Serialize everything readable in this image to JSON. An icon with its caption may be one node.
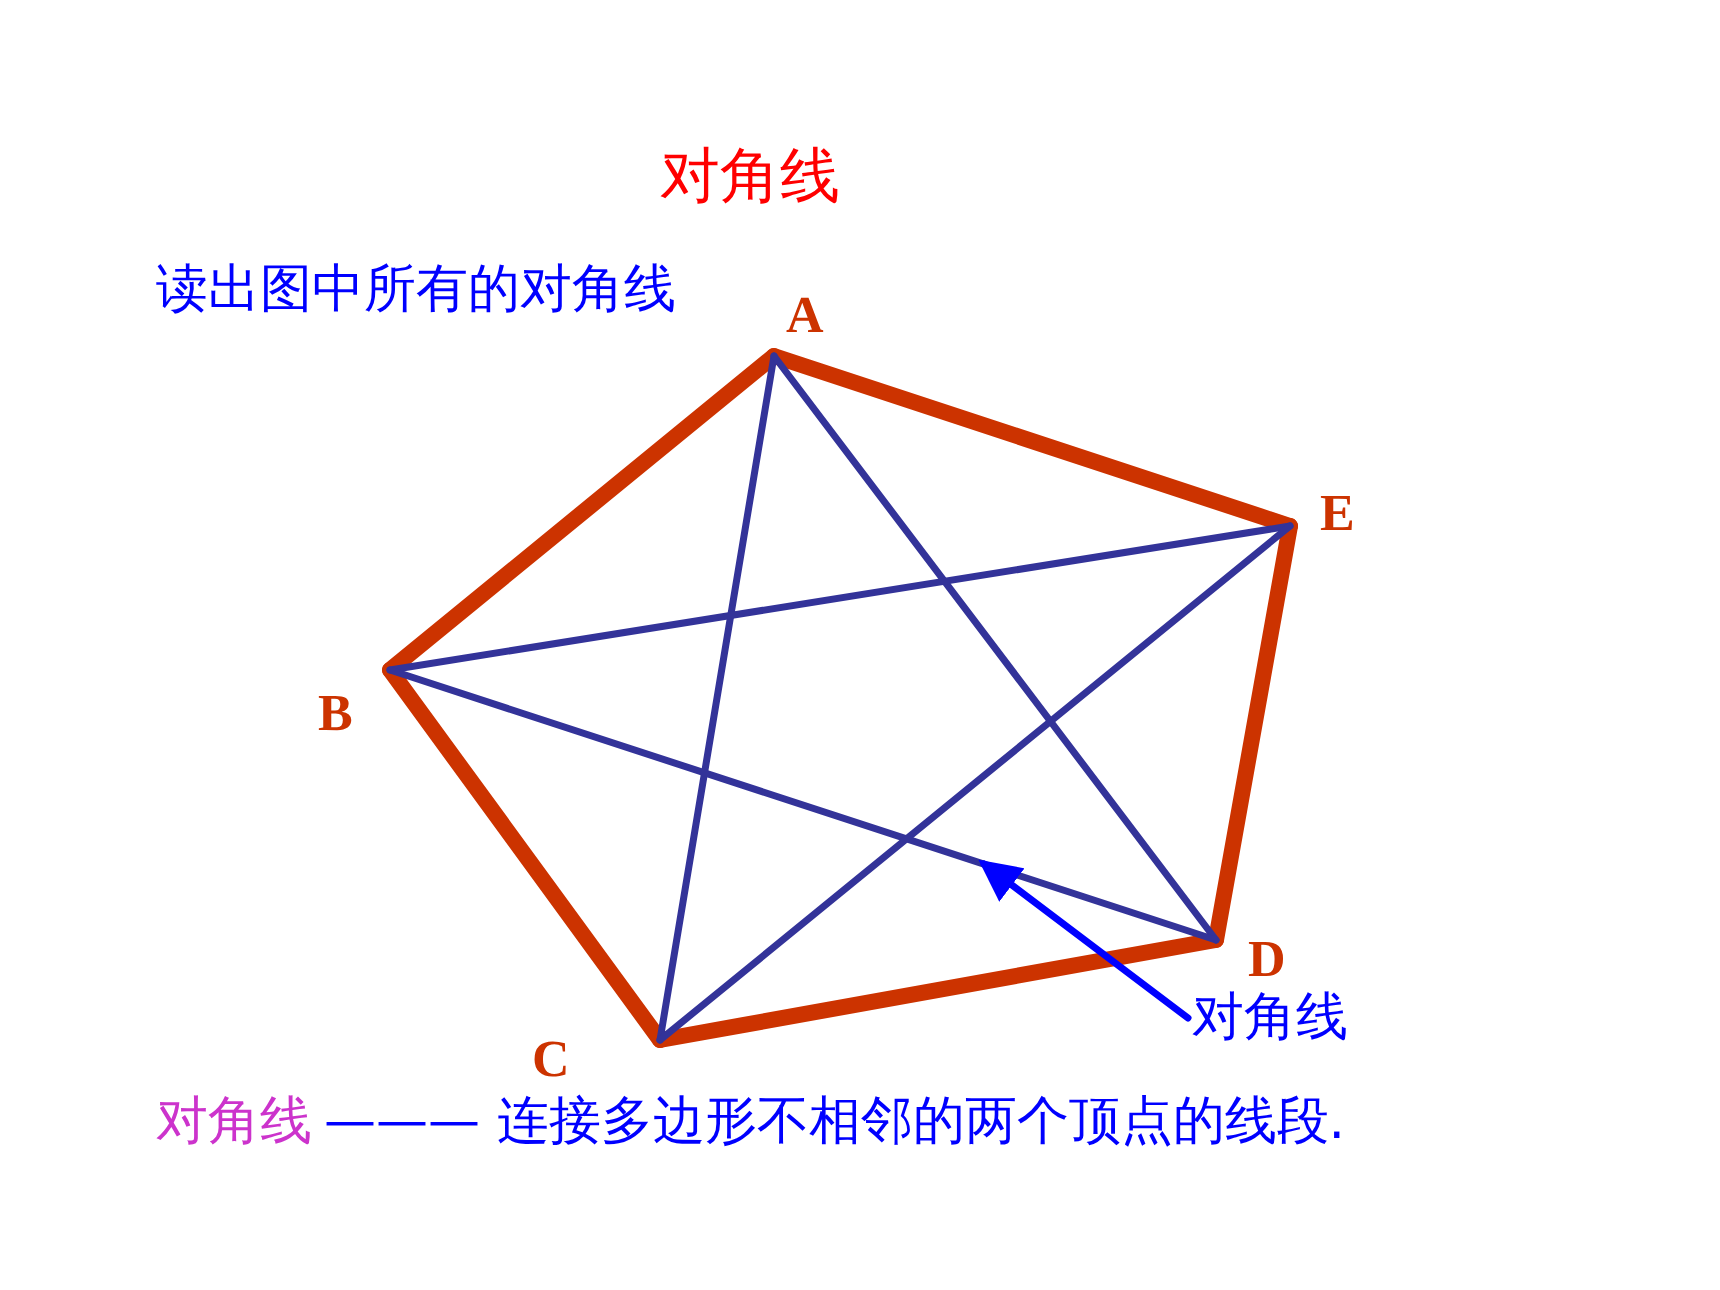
{
  "diagram": {
    "title": "对角线",
    "nodes": [
      {
        "text": [
          "A"
        ]
      },
      {
        "text": [
          "B"
        ]
      },
      {
        "text": [
          "C"
        ]
      },
      {
        "text": [
          "D"
        ]
      },
      {
        "text": [
          "E"
        ]
      },
      {
        "text": [
          "对角线"
        ]
      }
    ],
    "edges": [
      {
        "from": 0,
        "to": 4,
        "arrow": "none",
        "style": "thick",
        "color": "#cc3300"
      },
      {
        "from": 4,
        "to": 3,
        "arrow": "none",
        "style": "thick",
        "color": "#cc3300"
      },
      {
        "from": 3,
        "to": 2,
        "arrow": "none",
        "style": "thick",
        "color": "#cc3300"
      },
      {
        "from": 2,
        "to": 1,
        "arrow": "none",
        "style": "thick",
        "color": "#cc3300"
      },
      {
        "from": 1,
        "to": 0,
        "arrow": "none",
        "style": "thick",
        "color": "#cc3300"
      },
      {
        "from": 0,
        "to": 2,
        "arrow": "none",
        "color": "#333399"
      },
      {
        "from": 0,
        "to": 3,
        "arrow": "none",
        "color": "#333399"
      },
      {
        "from": 1,
        "to": 4,
        "arrow": "none",
        "color": "#333399"
      },
      {
        "from": 1,
        "to": 3,
        "arrow": "none",
        "color": "#333399"
      },
      {
        "from": 2,
        "to": 4,
        "arrow": "none",
        "color": "#333399"
      },
      {
        "from": 5,
        "to": null,
        "arrow": "to",
        "color": "#0000ff"
      }
    ],
    "labels": [
      "读出图中所有的对角线",
      "对角线",
      "——— 连接多边形不相邻的两个顶点的线段."
    ]
  }
}
